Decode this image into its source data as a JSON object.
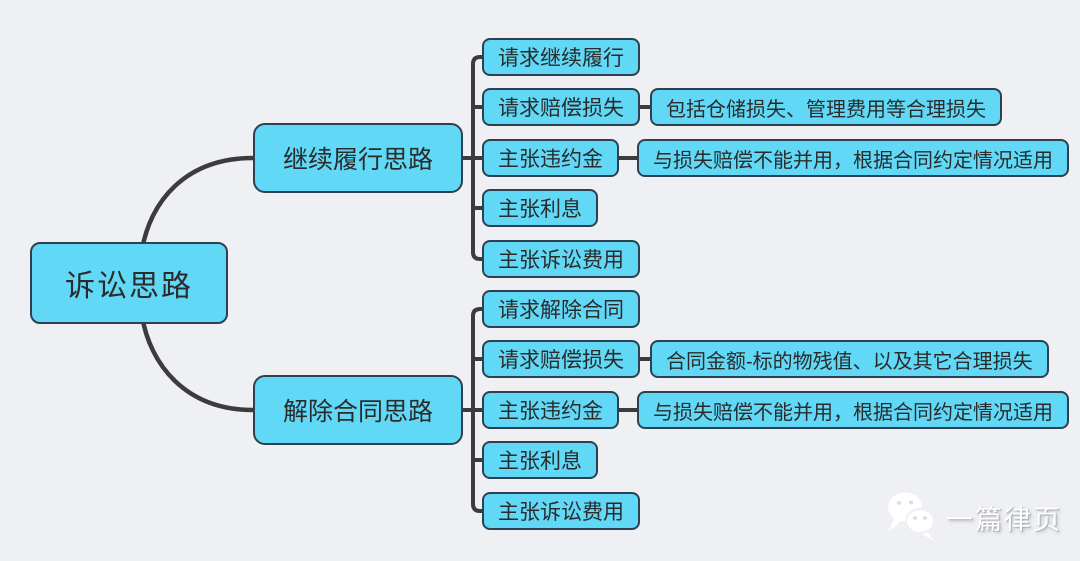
{
  "root": {
    "label": "诉讼思路"
  },
  "branches": [
    {
      "label": "继续履行思路",
      "children": [
        {
          "label": "请求继续履行",
          "detail": ""
        },
        {
          "label": "请求赔偿损失",
          "detail": "包括仓储损失、管理费用等合理损失"
        },
        {
          "label": "主张违约金",
          "detail": "与损失赔偿不能并用，根据合同约定情况适用"
        },
        {
          "label": "主张利息",
          "detail": ""
        },
        {
          "label": "主张诉讼费用",
          "detail": ""
        }
      ]
    },
    {
      "label": "解除合同思路",
      "children": [
        {
          "label": "请求解除合同",
          "detail": ""
        },
        {
          "label": "请求赔偿损失",
          "detail": "合同金额-标的物残值、以及其它合理损失"
        },
        {
          "label": "主张违约金",
          "detail": "与损失赔偿不能并用，根据合同约定情况适用"
        },
        {
          "label": "主张利息",
          "detail": ""
        },
        {
          "label": "主张诉讼费用",
          "detail": ""
        }
      ]
    }
  ],
  "watermark": {
    "label": "一篇律页",
    "icon": "wechat-chat-bubbles-icon"
  },
  "colors": {
    "background": "#eff0f4",
    "node_fill": "#60d8f6",
    "node_border": "#2f4050",
    "connector": "#3c3c3c",
    "text": "#2b2b2b",
    "watermark_text": "#ffffff"
  }
}
